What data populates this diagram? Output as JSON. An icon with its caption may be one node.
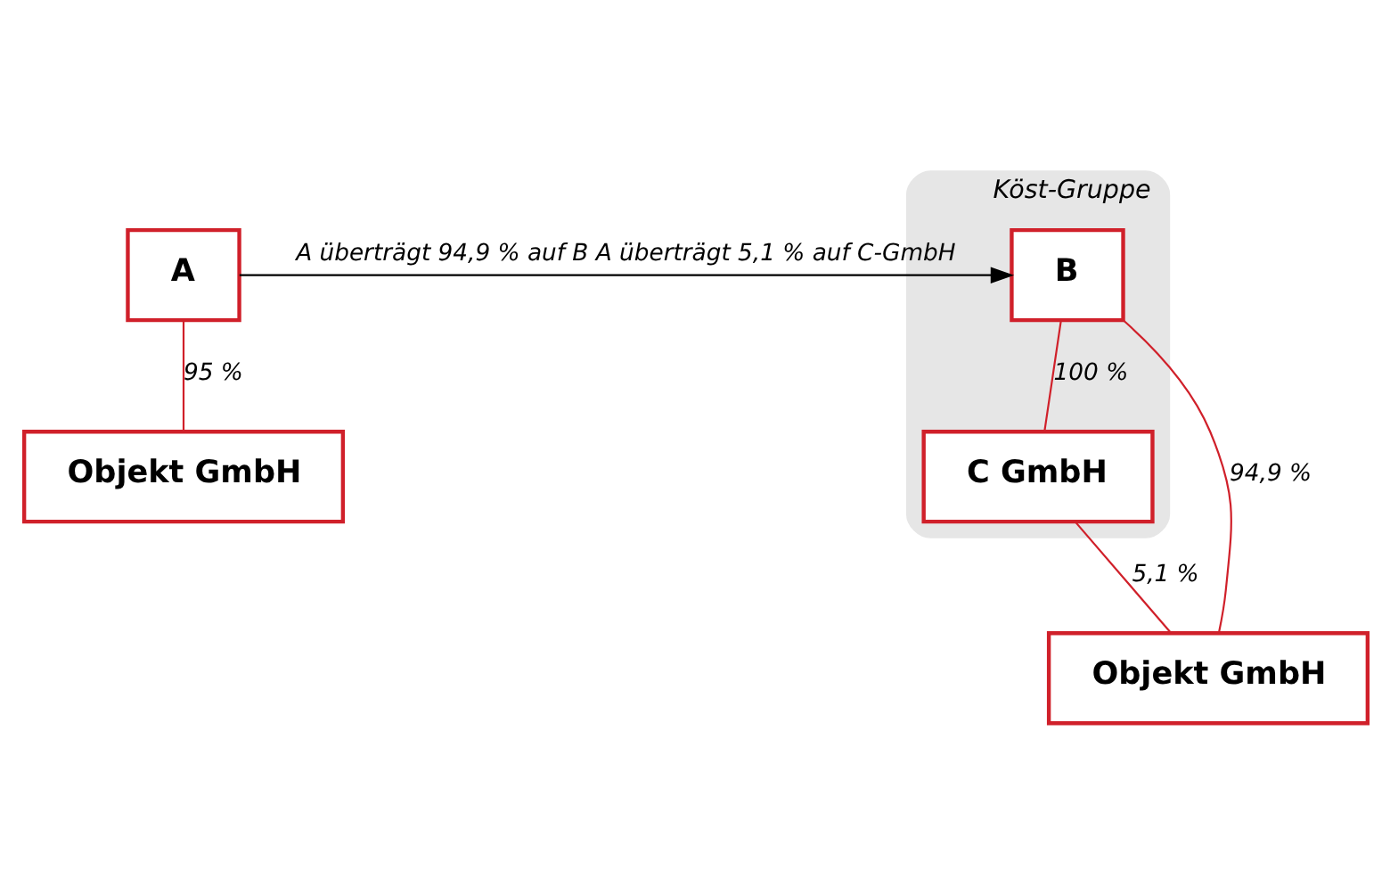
{
  "diagram": {
    "nodes": [
      {
        "text": [
          "A"
        ]
      },
      {
        "text": [
          "Objekt GmbH"
        ]
      },
      {
        "text": [
          "Köst-Gruppe"
        ]
      },
      {
        "text": [
          "B"
        ],
        "in": 2
      },
      {
        "text": [
          "C GmbH"
        ],
        "in": 2
      },
      {
        "text": [
          "Objekt GmbH"
        ]
      }
    ],
    "edges": [
      {
        "from": 0,
        "to": 1,
        "arrow": "none",
        "label": "95 %"
      },
      {
        "from": 0,
        "to": 3,
        "arrow": "to",
        "label": "A überträgt 94,9 % auf B A überträgt 5,1 % auf C-GmbH",
        "color": "#000000"
      },
      {
        "from": 3,
        "to": 4,
        "arrow": "none",
        "label": "100 %"
      },
      {
        "from": 4,
        "to": 5,
        "arrow": "none",
        "label": "5,1 %"
      },
      {
        "from": 3,
        "to": 5,
        "arrow": "none",
        "label": "94,9 %"
      }
    ]
  }
}
